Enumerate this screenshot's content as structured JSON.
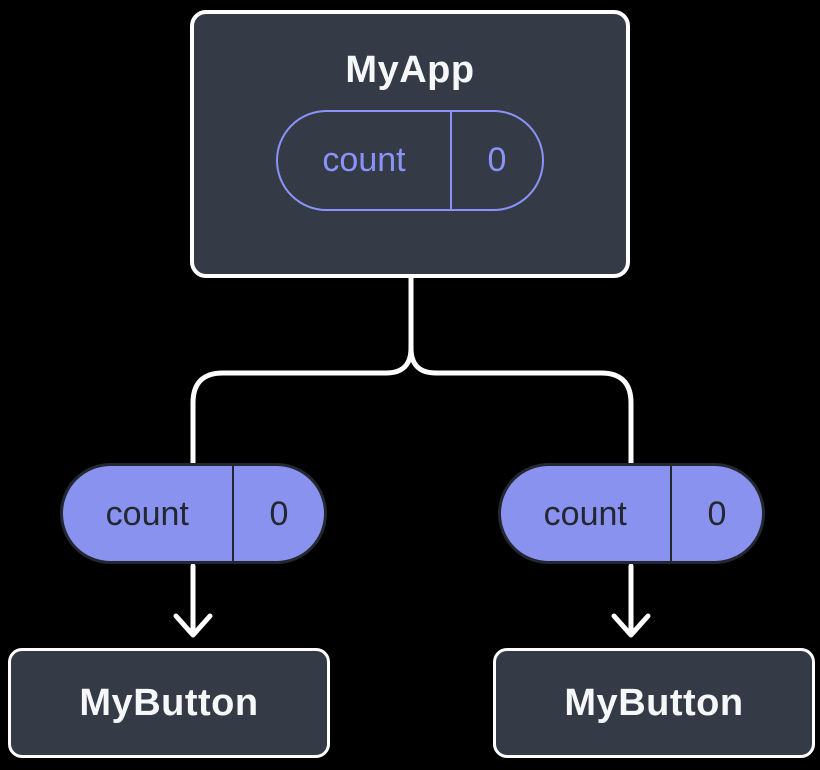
{
  "root": {
    "title": "MyApp",
    "state": {
      "label": "count",
      "value": "0"
    }
  },
  "children": [
    {
      "title": "MyButton",
      "state": {
        "label": "count",
        "value": "0"
      }
    },
    {
      "title": "MyButton",
      "state": {
        "label": "count",
        "value": "0"
      }
    }
  ],
  "colors": {
    "background": "#000000",
    "card_fill": "#343A46",
    "card_border": "#FFFFFF",
    "pill_fill_purple": "#8A92F0",
    "pill_outline_purple": "#8A93F8",
    "dark_slate_text": "#23272F",
    "title_text": "#F6F7F9",
    "connector": "#FFFFFF"
  }
}
